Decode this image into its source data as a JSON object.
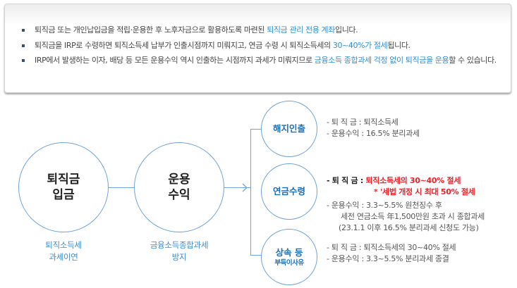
{
  "info": {
    "items": [
      {
        "pre": "퇴직금 또는 개인납입금을 적립·운용한 후 노후자금으로 활용하도록 마련된 ",
        "hl": "퇴직금 관리 전용 계좌",
        "post": "입니다."
      },
      {
        "pre": "퇴직금을 IRP로 수령하면 퇴직소득세 납부가 인출시점까지 미뤄지고, 연금 수령 시 퇴직소득세의 ",
        "hl": "30~40%가 절세",
        "post": "됩니다."
      },
      {
        "pre": "IRP에서 발생하는 이자, 배당 등 모든 운용수익 역시 인출하는 시점까지 과세가 미뤄지므로 ",
        "hl": "금융소득 종합과세 걱정 없이 퇴직금을 운용",
        "post": "할 수 있습니다."
      }
    ]
  },
  "flow": {
    "step1": {
      "line1": "퇴직금",
      "line2": "입금",
      "caption1": "퇴직소득세",
      "caption2": "과세이연"
    },
    "step2": {
      "line1": "운용",
      "line2": "수익",
      "caption1": "금융소득종합과세",
      "caption2": "방지"
    }
  },
  "outcomes": [
    {
      "title": "해지인출",
      "lines": [
        "- 퇴 직 금 : 퇴직소득세",
        "- 운용수익 : 16.5% 분리과세"
      ]
    },
    {
      "title": "연금수령",
      "retire_label": "- 퇴 직 금 : ",
      "retire_value": "퇴직소득세의 30~40% 절세",
      "note": "* '세법 개정 시 최대 50% 절세",
      "lines": [
        "- 운용수익 : 3.3~5.5% 원천징수 후",
        "세전 연금소득 年1,500만원 초과 시 종합과세",
        "(23.1.1 이후 16.5% 분리과세 신청도 가능)"
      ]
    },
    {
      "title": "상속 등",
      "subtitle": "부득이사유",
      "lines": [
        "- 퇴 직 금 : 퇴직소득세의 30~40% 절세",
        "- 운용수익 : 3.3~5.5% 분리과세 종결"
      ]
    }
  ],
  "colors": {
    "accent": "#2f8fd3",
    "circle_border": "#6fa3d8",
    "title_blue": "#1b6fb8",
    "warning_red": "#e8232a"
  }
}
